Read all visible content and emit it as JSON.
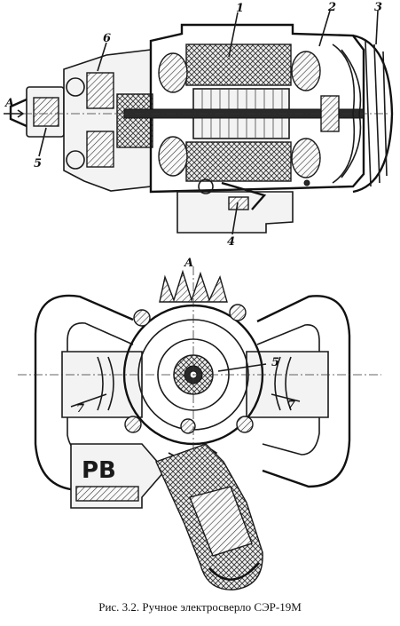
{
  "figure": {
    "callouts_top": [
      "1",
      "2",
      "3",
      "4",
      "5",
      "6"
    ],
    "arrow_label_top": "A",
    "view_label": "A",
    "callouts_bottom": [
      "5",
      "7",
      "7"
    ],
    "stamp": "PB"
  },
  "caption": "Рис. 3.2. Ручное электросверло СЭР-19М"
}
